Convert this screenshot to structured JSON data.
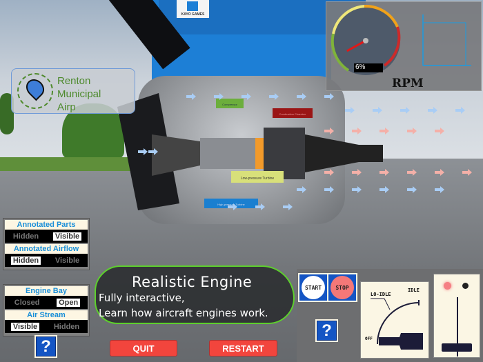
{
  "brand": {
    "logo_text": "KAYO GAMES"
  },
  "location": {
    "line1": "Renton",
    "line2": "Municipal",
    "line3": "Airp",
    "icon": "map-pin-icon"
  },
  "engine_labels": {
    "compressor": "Compressor",
    "combustion": "Combustion Chamber",
    "lp_turbine": "Low-pressure Turbine",
    "hp_turbine": "High-pressure Turbine"
  },
  "rpm": {
    "label": "RPM",
    "value_text": "6%",
    "value": 6
  },
  "toggles": [
    {
      "title": "Annotated Parts",
      "options": [
        "Hidden",
        "Visible"
      ],
      "selected": "Visible"
    },
    {
      "title": "Annotated Airflow",
      "options": [
        "Hidden",
        "Visible"
      ],
      "selected": "Hidden"
    },
    {
      "title": "Engine Bay",
      "options": [
        "Closed",
        "Open"
      ],
      "selected": "Open"
    },
    {
      "title": "Air Stream",
      "options": [
        "Visible",
        "Hidden"
      ],
      "selected": "Visible"
    }
  ],
  "help_label": "?",
  "promo": {
    "title": "Realistic Engine",
    "line1": "Fully interactive,",
    "line2": "Learn how aircraft engines work."
  },
  "buttons": {
    "quit": "QUIT",
    "restart": "RESTART",
    "start": "START",
    "stop": "STOP"
  },
  "ignition": {
    "off": "OFF",
    "lo_idle": "LO-IDLE",
    "idle": "IDLE",
    "position": "OFF"
  },
  "colors": {
    "accent_blue": "#1455c4",
    "quit_red": "#f2453d",
    "title_blue": "#1a8fd8",
    "bubble_border": "#5dd02c"
  }
}
